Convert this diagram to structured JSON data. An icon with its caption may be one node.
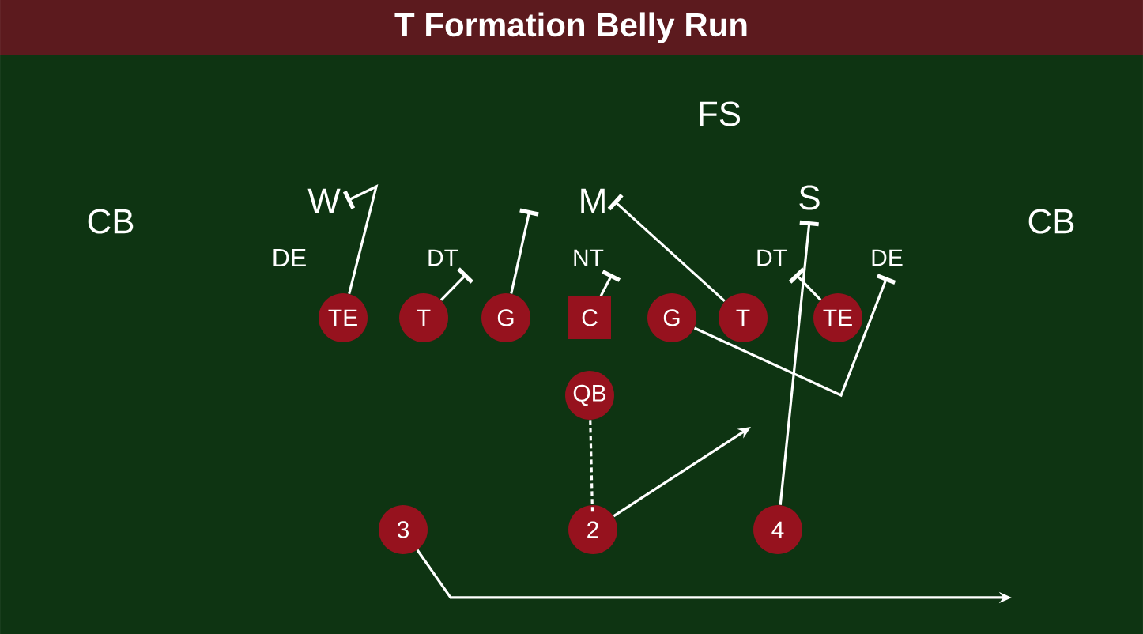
{
  "diagram": {
    "title": "T Formation Belly Run",
    "nodes": [
      {
        "text": [
          "W"
        ]
      },
      {
        "text": [
          "M"
        ]
      },
      {
        "text": [
          "S"
        ]
      },
      {
        "text": [
          "DT"
        ]
      },
      {
        "text": [
          "NT"
        ]
      },
      {
        "text": [
          "DT"
        ]
      },
      {
        "text": [
          "DE"
        ]
      },
      {
        "text": [
          "TE"
        ]
      },
      {
        "text": [
          "T"
        ]
      },
      {
        "text": [
          "G"
        ]
      },
      {
        "text": [
          "C"
        ]
      },
      {
        "text": [
          "G"
        ]
      },
      {
        "text": [
          "T"
        ]
      },
      {
        "text": [
          "TE"
        ]
      },
      {
        "text": [
          "QB"
        ]
      },
      {
        "text": [
          "3"
        ]
      },
      {
        "text": [
          "2"
        ]
      },
      {
        "text": [
          "4"
        ]
      }
    ],
    "edges": [
      {
        "from": 7,
        "to": 0,
        "arrow": "other"
      },
      {
        "from": 8,
        "to": 3,
        "arrow": "other"
      },
      {
        "from": 9,
        "to": null,
        "arrow": "other"
      },
      {
        "from": 10,
        "to": 4,
        "arrow": "other"
      },
      {
        "from": 11,
        "to": 6,
        "arrow": "other"
      },
      {
        "from": 12,
        "to": 1,
        "arrow": "other"
      },
      {
        "from": 13,
        "to": 5,
        "arrow": "other"
      },
      {
        "from": 17,
        "to": 2,
        "arrow": "other"
      },
      {
        "from": 14,
        "to": 16,
        "arrow": "none",
        "style": "dashed"
      },
      {
        "from": 16,
        "to": null,
        "arrow": "to"
      },
      {
        "from": 15,
        "to": null,
        "arrow": "to"
      }
    ],
    "labels": [
      "FS",
      "CB",
      "CB",
      "DE"
    ]
  }
}
